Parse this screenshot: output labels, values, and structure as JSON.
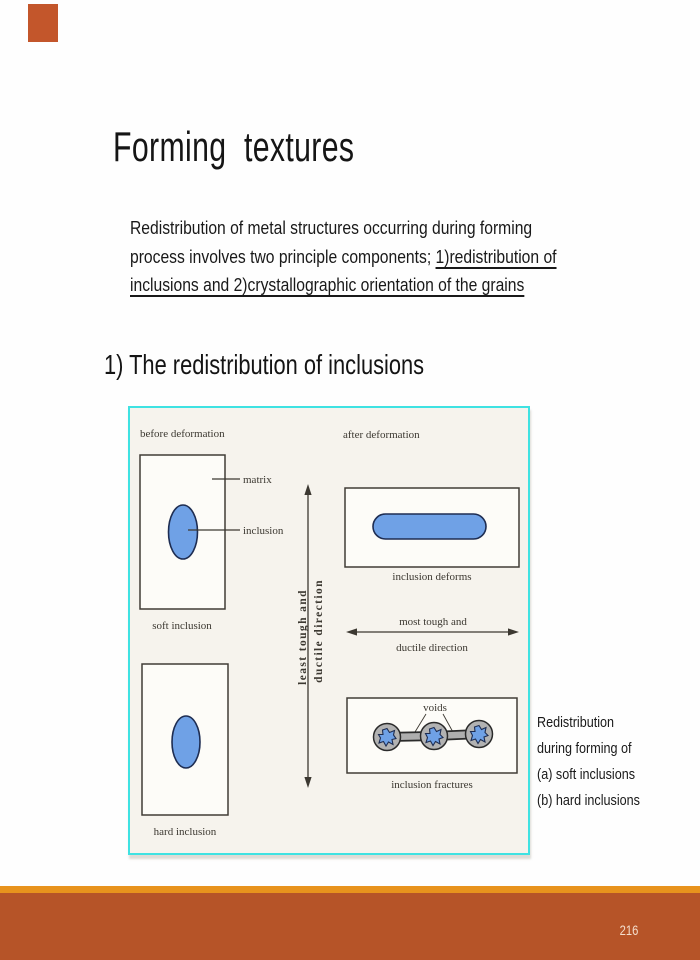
{
  "colors": {
    "corner_accent": "#C3562B",
    "footer_gold": "#E8931D",
    "footer_rust": "#B65428",
    "figure_border": "#3FE2E2",
    "inclusion_blue": "#6FA1E6",
    "page_number_text": "#F4DECC"
  },
  "title": "Forming  textures",
  "intro": {
    "lines": [
      {
        "normal": "Redistribution of metal structures occurring during forming",
        "underline": ""
      },
      {
        "normal": "process involves two principle components; ",
        "underline": "1)redistribution of"
      },
      {
        "normal": "",
        "underline": "inclusions and 2)crystallographic orientation of the grains"
      }
    ]
  },
  "section_heading": "1) The redistribution of inclusions",
  "figure": {
    "labels": {
      "before_deformation": "before deformation",
      "after_deformation": "after deformation",
      "matrix": "matrix",
      "inclusion": "inclusion",
      "soft_inclusion": "soft inclusion",
      "hard_inclusion": "hard inclusion",
      "inclusion_deforms": "inclusion deforms",
      "most_tough_and": "most tough and",
      "ductile_direction": "ductile direction",
      "least_tough_line1": "least tough and",
      "least_tough_line2": "ductile direction",
      "voids": "voids",
      "inclusion_fractures": "inclusion fractures"
    }
  },
  "side_caption": {
    "lines": [
      "Redistribution",
      "during forming of",
      "(a) soft inclusions",
      "(b) hard inclusions"
    ]
  },
  "page": {
    "number": "216"
  }
}
